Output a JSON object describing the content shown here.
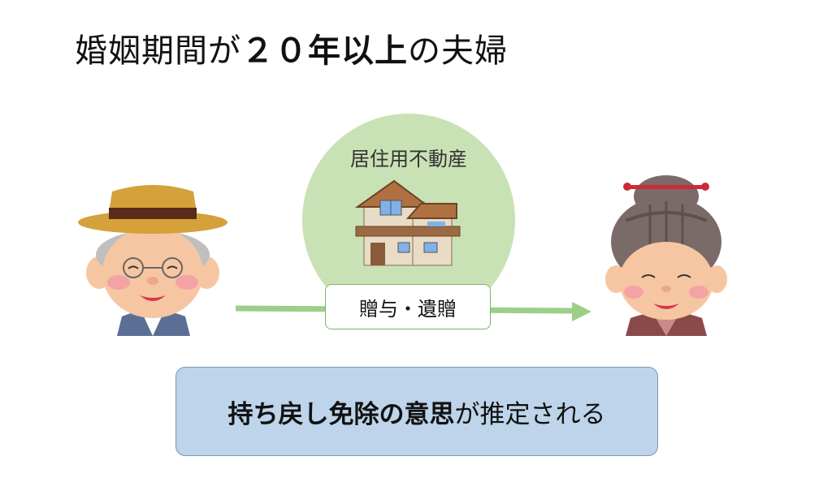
{
  "title": {
    "part1": "婚姻期間が",
    "part2": "２０年以上",
    "part3": "の夫婦"
  },
  "property": {
    "label": "居住用不動産"
  },
  "transfer": {
    "label": "贈与・遺贈"
  },
  "result": {
    "bold": "持ち戻し免除の意思",
    "rest": "が推定される"
  },
  "colors": {
    "circle": "#c9e2b5",
    "arrow": "#9ccf88",
    "result_box": "#bdd4ea"
  },
  "icons": {
    "left": "old-man-icon",
    "center": "house-icon",
    "right": "old-woman-icon"
  }
}
